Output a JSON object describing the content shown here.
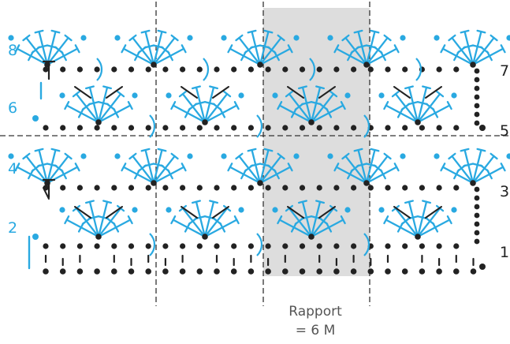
{
  "row_numbers_left": [
    "8",
    "6",
    "4",
    "2"
  ],
  "row_numbers_right": [
    "7",
    "5",
    "3",
    "1"
  ],
  "repeat_label": {
    "line1": "Rapport",
    "line2": "= 6 M"
  },
  "colors": {
    "blue": "#29a9e1",
    "black": "#222222",
    "repeat_band": "#dddddd",
    "guide_line": "#333333"
  },
  "symbols": {
    "chain": "dot",
    "double_crochet": "blue-t-with-cross",
    "single_crochet": "short-vertical-line",
    "slip_stitch_join": "blue-arc"
  }
}
